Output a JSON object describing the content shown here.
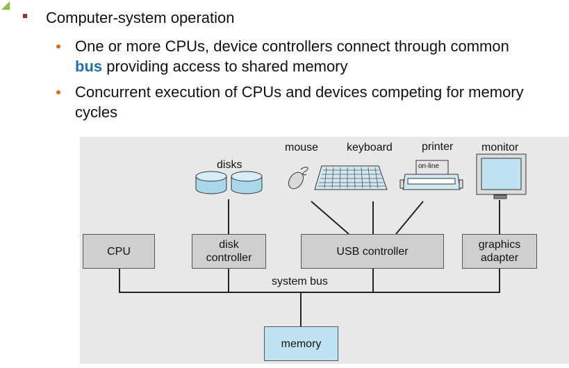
{
  "bullets": {
    "level1": "Computer-system operation",
    "item1_before": "One or more CPUs, device controllers connect through common",
    "item1_bus": "bus",
    "item1_after": " providing access to shared memory",
    "item2_line1": "Concurrent execution of CPUs and devices competing for memory",
    "item2_line2": "cycles"
  },
  "diagram": {
    "devices": {
      "disks": "disks",
      "mouse": "mouse",
      "keyboard": "keyboard",
      "printer": "printer",
      "printer_status": "on-line",
      "monitor": "monitor"
    },
    "boxes": {
      "cpu": "CPU",
      "disk_controller_l1": "disk",
      "disk_controller_l2": "controller",
      "usb_controller": "USB controller",
      "graphics_l1": "graphics",
      "graphics_l2": "adapter",
      "memory": "memory"
    },
    "system_bus": "system bus"
  },
  "colors": {
    "bullet_square": "#a6311f",
    "bullet_dot": "#e46c0a",
    "bus_highlight": "#1f6fb2",
    "memory_fill": "#bfe3f2",
    "device_fill": "#a8d8ea",
    "box_fill": "#cfcfcf",
    "diagram_bg": "#e8e8e8"
  }
}
